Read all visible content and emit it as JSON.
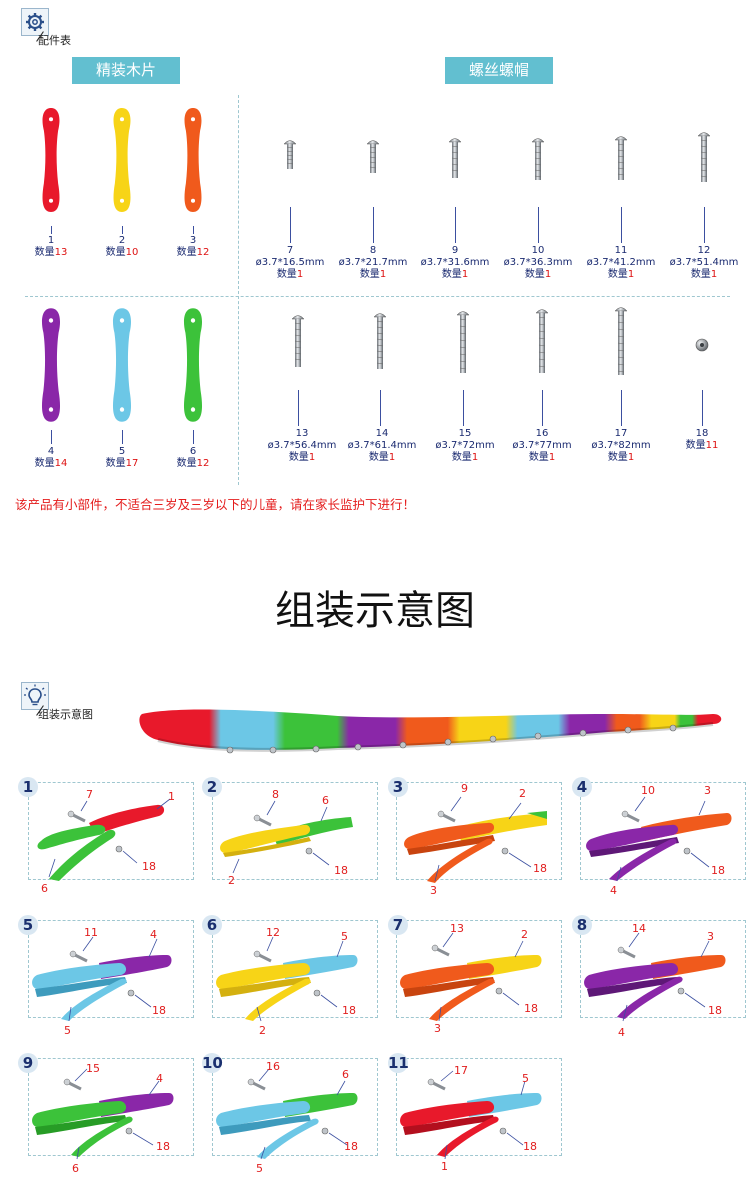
{
  "parts_section": {
    "header_label": "配件表",
    "wood_banner": "精装木片",
    "screw_banner": "螺丝螺帽",
    "count_word": "数量",
    "wood_pieces": [
      {
        "id": "1",
        "count": "13",
        "color": "#e8192b"
      },
      {
        "id": "2",
        "count": "10",
        "color": "#f7d417"
      },
      {
        "id": "3",
        "count": "12",
        "color": "#f05a1c"
      },
      {
        "id": "4",
        "count": "14",
        "color": "#8a27a8"
      },
      {
        "id": "5",
        "count": "17",
        "color": "#6cc7e6"
      },
      {
        "id": "6",
        "count": "12",
        "color": "#3cc23a"
      }
    ],
    "screws": [
      {
        "id": "7",
        "size": "ø3.7*16.5mm",
        "count": "1"
      },
      {
        "id": "8",
        "size": "ø3.7*21.7mm",
        "count": "1"
      },
      {
        "id": "9",
        "size": "ø3.7*31.6mm",
        "count": "1"
      },
      {
        "id": "10",
        "size": "ø3.7*36.3mm",
        "count": "1"
      },
      {
        "id": "11",
        "size": "ø3.7*41.2mm",
        "count": "1"
      },
      {
        "id": "12",
        "size": "ø3.7*51.4mm",
        "count": "1"
      },
      {
        "id": "13",
        "size": "ø3.7*56.4mm",
        "count": "1"
      },
      {
        "id": "14",
        "size": "ø3.7*61.4mm",
        "count": "1"
      },
      {
        "id": "15",
        "size": "ø3.7*72mm",
        "count": "1"
      },
      {
        "id": "16",
        "size": "ø3.7*77mm",
        "count": "1"
      },
      {
        "id": "17",
        "size": "ø3.7*82mm",
        "count": "1"
      },
      {
        "id": "18",
        "size": "",
        "count": "11"
      }
    ]
  },
  "warning": "该产品有小部件，不适合三岁及三岁以下的儿童，请在家长监护下进行！",
  "assembly_title": "组装示意图",
  "assembly_section": {
    "header_label": "组装示意图",
    "steps": [
      {
        "step": "1",
        "screw": "7",
        "nut": "18",
        "old": "1",
        "new": "6"
      },
      {
        "step": "2",
        "screw": "8",
        "nut": "18",
        "old": "6",
        "new": "2"
      },
      {
        "step": "3",
        "screw": "9",
        "nut": "18",
        "old": "2",
        "new": "3"
      },
      {
        "step": "4",
        "screw": "10",
        "nut": "18",
        "old": "3",
        "new": "4"
      },
      {
        "step": "5",
        "screw": "11",
        "nut": "18",
        "old": "4",
        "new": "5"
      },
      {
        "step": "6",
        "screw": "12",
        "nut": "18",
        "old": "5",
        "new": "2"
      },
      {
        "step": "7",
        "screw": "13",
        "nut": "18",
        "old": "2",
        "new": "3"
      },
      {
        "step": "8",
        "screw": "14",
        "nut": "18",
        "old": "3",
        "new": "4"
      },
      {
        "step": "9",
        "screw": "15",
        "nut": "18",
        "old": "4",
        "new": "6"
      },
      {
        "step": "10",
        "screw": "16",
        "nut": "18",
        "old": "6",
        "new": "5"
      },
      {
        "step": "11",
        "screw": "17",
        "nut": "18",
        "old": "5",
        "new": "1"
      }
    ]
  }
}
